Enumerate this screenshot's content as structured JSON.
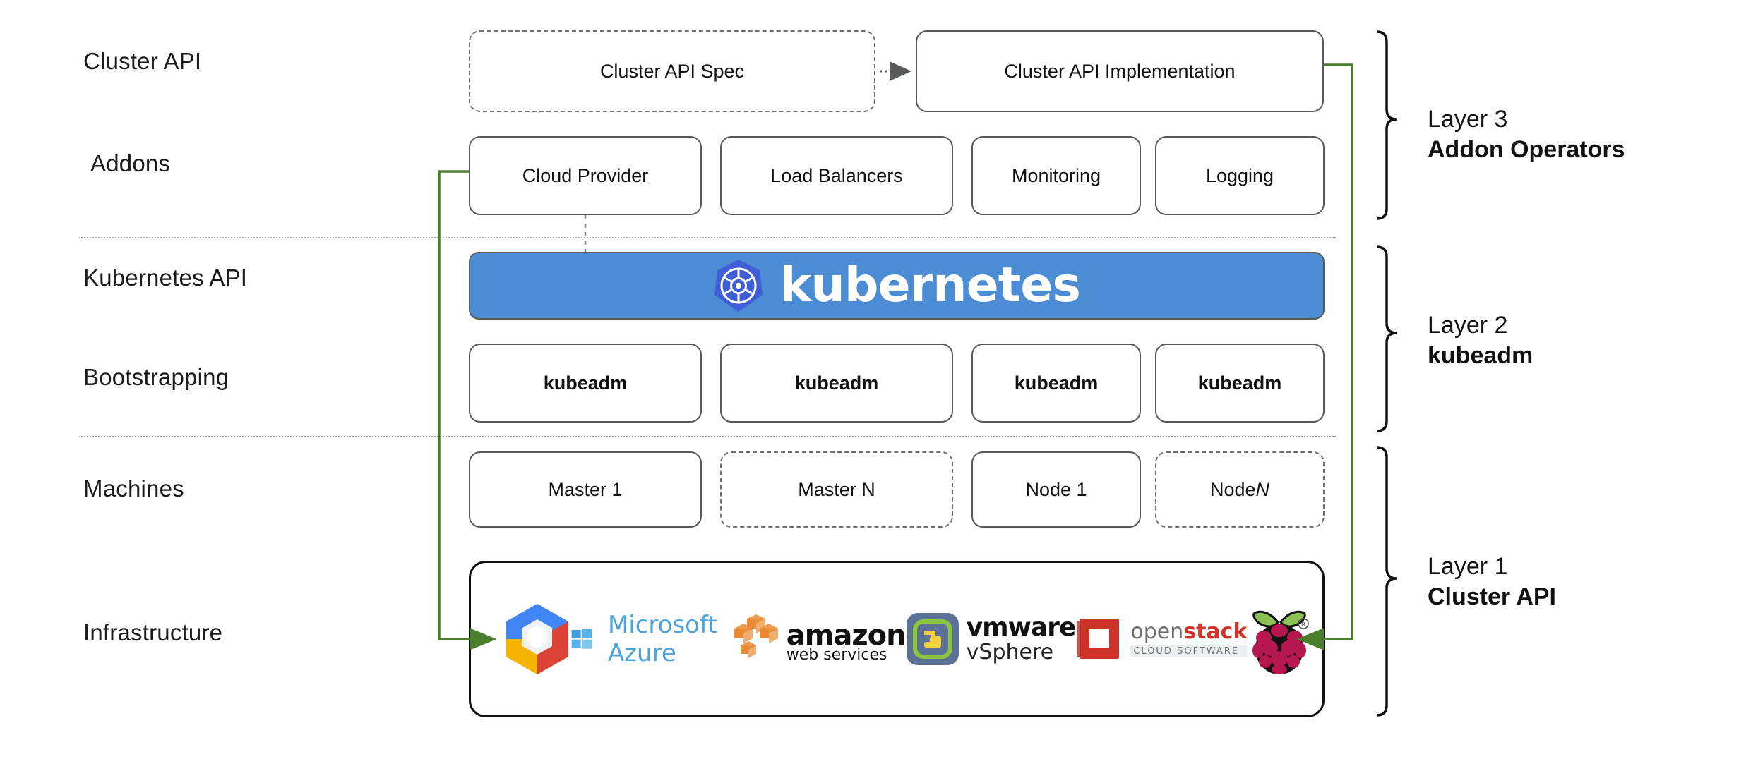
{
  "diagram": {
    "title": "Kubernetes Cluster API layered architecture",
    "colors": {
      "kubernetes_blue": "#4c8cd4",
      "kubernetes_logo_blue": "#3f5ed8",
      "connector_green": "#4a7d2c",
      "box_border": "#58595b",
      "dashed_border": "#6e6f72",
      "separator": "#9b9b9b",
      "text": "#111111"
    }
  },
  "row_labels": [
    {
      "id": "cluster-api",
      "text": "Cluster API"
    },
    {
      "id": "addons",
      "text": "Addons"
    },
    {
      "id": "kubernetes-api",
      "text": "Kubernetes API"
    },
    {
      "id": "bootstrapping",
      "text": "Bootstrapping"
    },
    {
      "id": "machines",
      "text": "Machines"
    },
    {
      "id": "infrastructure",
      "text": "Infrastructure"
    }
  ],
  "cluster_api_row": {
    "spec": {
      "label": "Cluster API Spec",
      "style": "dashed"
    },
    "implementation": {
      "label": "Cluster API Implementation",
      "style": "solid"
    },
    "arrow": "dotted-arrow-right"
  },
  "addons_row": {
    "items": [
      {
        "label": "Cloud Provider"
      },
      {
        "label": "Load Balancers"
      },
      {
        "label": "Monitoring"
      },
      {
        "label": "Logging"
      }
    ]
  },
  "kubernetes_banner": {
    "wordmark": "kubernetes",
    "icon": "kubernetes-helm-wheel-icon"
  },
  "bootstrapping_row": {
    "items": [
      {
        "label": "kubeadm"
      },
      {
        "label": "kubeadm"
      },
      {
        "label": "kubeadm"
      },
      {
        "label": "kubeadm"
      }
    ]
  },
  "machines_row": {
    "items": [
      {
        "label": "Master 1",
        "style": "solid",
        "italic_suffix": ""
      },
      {
        "label": "Master N",
        "style": "dashed",
        "italic_suffix": ""
      },
      {
        "label": "Node 1",
        "style": "solid",
        "italic_suffix": ""
      },
      {
        "label": "Node ",
        "style": "dashed",
        "italic_suffix": "N"
      }
    ]
  },
  "infrastructure_row": {
    "providers": [
      {
        "name": "Google Cloud Platform",
        "icon": "google-cloud-platform-logo"
      },
      {
        "name": "Microsoft Azure",
        "icon": "microsoft-azure-logo",
        "wordmark": "Microsoft Azure"
      },
      {
        "name": "Amazon Web Services",
        "icon": "aws-logo",
        "wordmark_top": "amazon",
        "wordmark_bottom": "web services"
      },
      {
        "name": "VMware vSphere",
        "icon": "vmware-vsphere-logo",
        "wordmark_top": "vmware",
        "wordmark_bottom": "vSphere"
      },
      {
        "name": "OpenStack",
        "icon": "openstack-logo",
        "wordmark_open": "open",
        "wordmark_stack": "stack",
        "wordmark_sub": "CLOUD SOFTWARE"
      },
      {
        "name": "Raspberry Pi",
        "icon": "raspberry-pi-logo"
      }
    ]
  },
  "layer_captions": [
    {
      "id": "layer-3",
      "line1": "Layer 3",
      "line2": "Addon Operators"
    },
    {
      "id": "layer-2",
      "line1": "Layer 2",
      "line2": "kubeadm"
    },
    {
      "id": "layer-1",
      "line1": "Layer 1",
      "line2": "Cluster API"
    }
  ]
}
